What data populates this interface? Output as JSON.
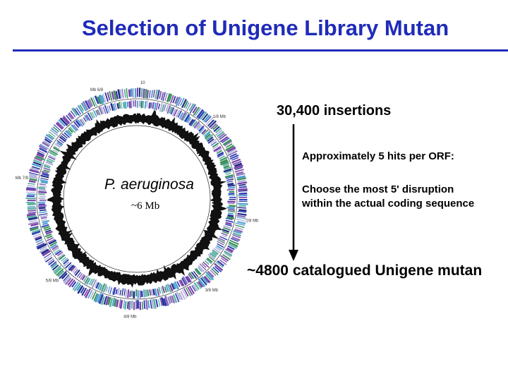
{
  "slide": {
    "title": "Selection of Unigene Library Mutan",
    "organism": "P. aeruginosa",
    "genome_size": "~6 Mb",
    "insertions": "30,400 insertions",
    "note_hits": "Approximately 5 hits per ORF:",
    "note_choose_line1": "Choose the most 5' disruption",
    "note_choose_line2": "within the actual coding sequence",
    "result": "~4800 catalogued Unigene mutan"
  },
  "colors": {
    "title": "#1f2bb8",
    "text": "#000000",
    "orf_palette": [
      "#2f3fb5",
      "#7a3fa8",
      "#4f9fd0",
      "#3c8f5a",
      "#b3b3d9",
      "#8a6db8",
      "#5bb0a0",
      "#1e2a8a"
    ]
  },
  "genome_map": {
    "scale_labels": [
      "10",
      "Mb 6/8",
      "1/8 Mb",
      "2/8 Mb",
      "3/8 Mb",
      "4/8 Mb",
      "5/8 Mb",
      "Mb 7/8"
    ]
  }
}
